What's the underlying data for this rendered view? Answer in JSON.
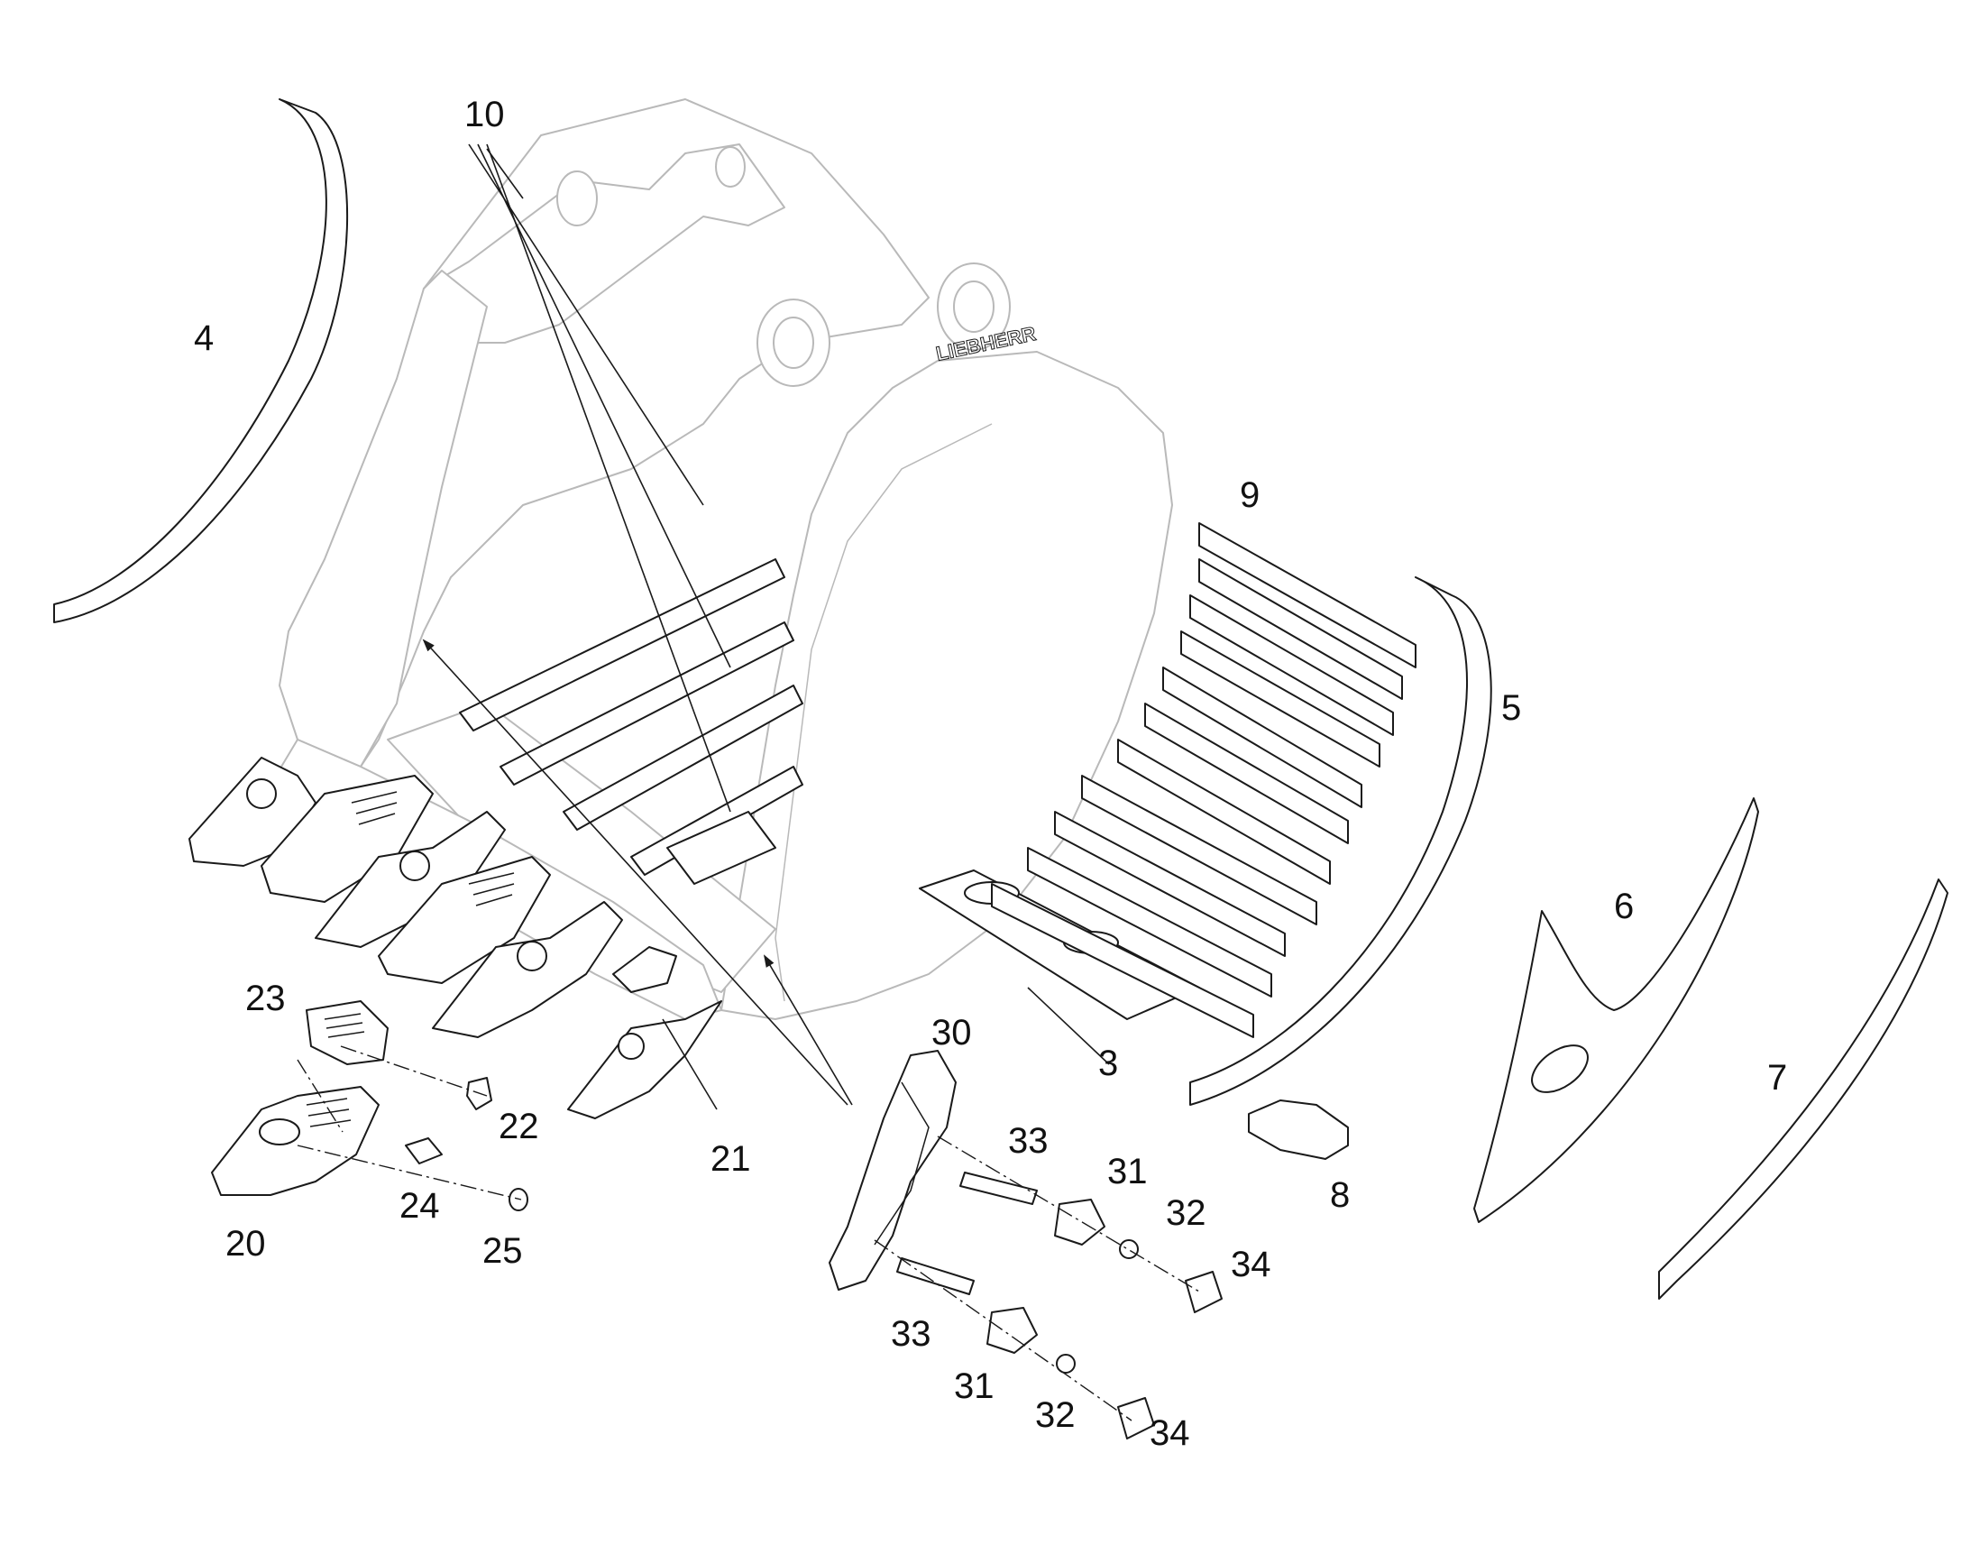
{
  "diagram": {
    "brand_mark": "LIEBHERR",
    "callouts": {
      "c3": "3",
      "c4": "4",
      "c5": "5",
      "c6": "6",
      "c7": "7",
      "c8": "8",
      "c9": "9",
      "c10": "10",
      "c20": "20",
      "c21": "21",
      "c22": "22",
      "c23": "23",
      "c24": "24",
      "c25": "25",
      "c30": "30",
      "c31a": "31",
      "c31b": "31",
      "c32a": "32",
      "c32b": "32",
      "c33a": "33",
      "c33b": "33",
      "c34a": "34",
      "c34b": "34"
    }
  }
}
